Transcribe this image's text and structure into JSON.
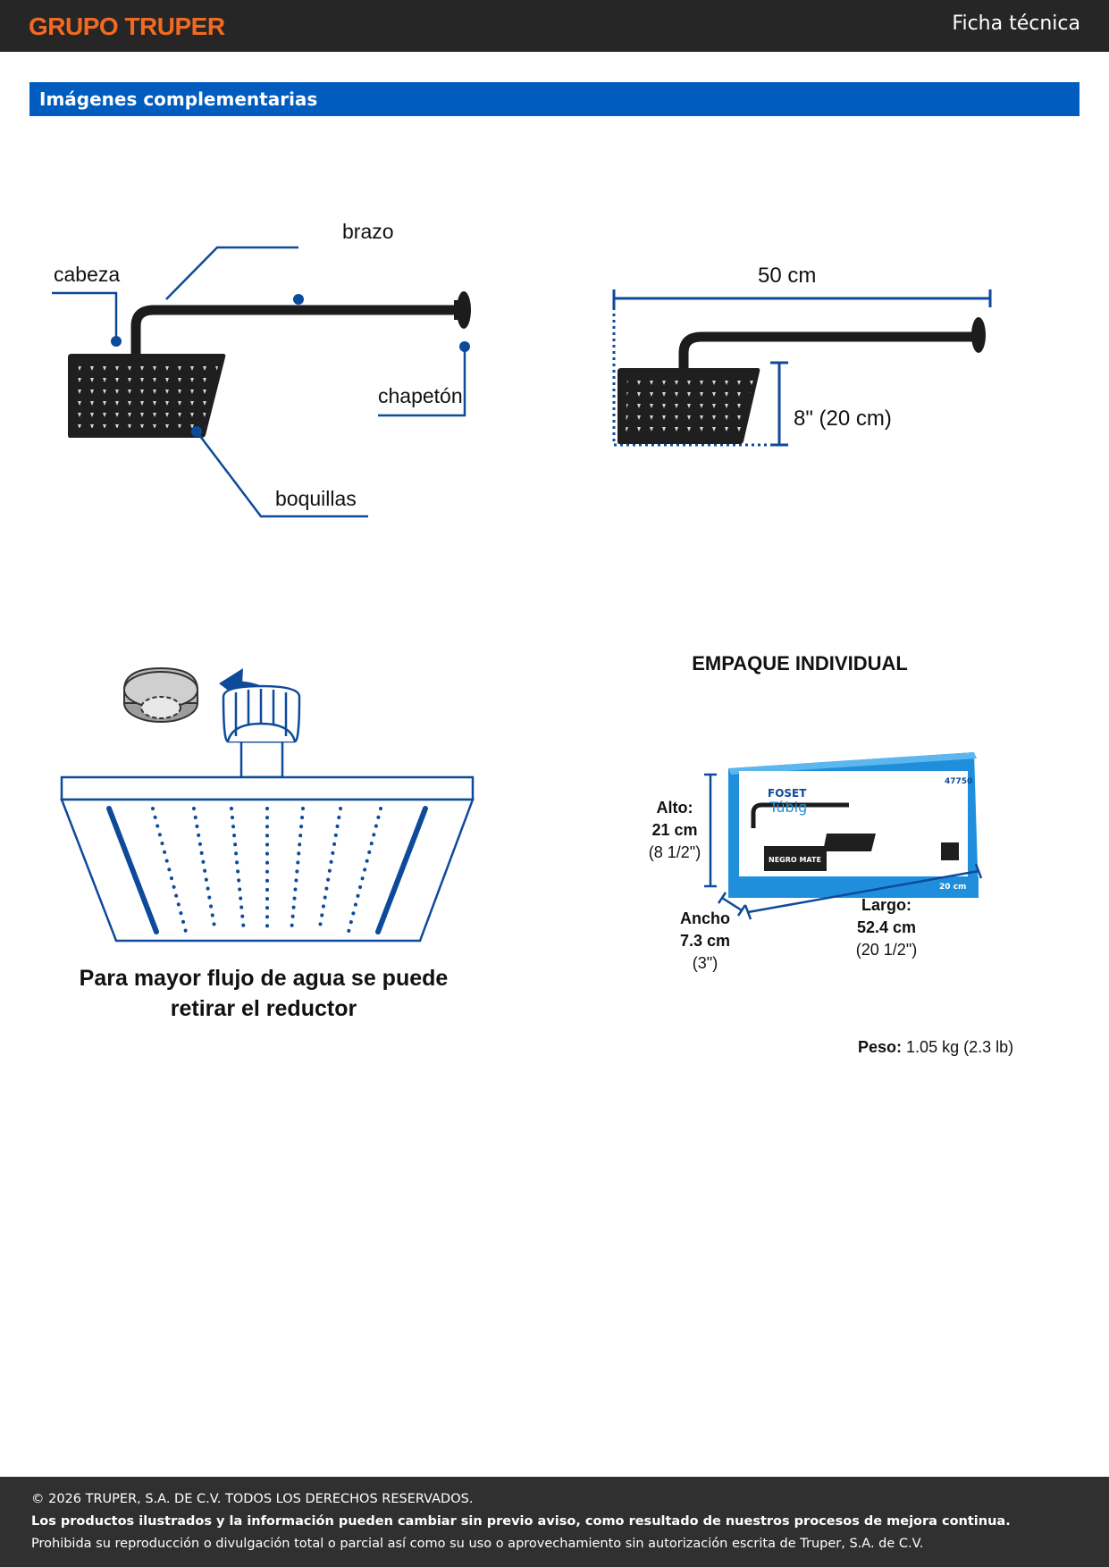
{
  "header": {
    "brand": "GRUPO TRUPER",
    "doc_title": "Ficha técnica"
  },
  "section": {
    "title": "Imágenes complementarias"
  },
  "parts_diagram": {
    "labels": {
      "head": "cabeza",
      "arm": "brazo",
      "flange": "chapetón",
      "nozzles": "boquillas"
    }
  },
  "dimension_diagram": {
    "length": "50 cm",
    "head_size": "8\" (20 cm)"
  },
  "reducer": {
    "caption_line1": "Para mayor flujo de agua se puede",
    "caption_line2": "retirar el reductor"
  },
  "package": {
    "title": "EMPAQUE INDIVIDUAL",
    "height": {
      "label": "Alto:",
      "metric": "21 cm",
      "imperial": "(8 1/2\")"
    },
    "width": {
      "label": "Ancho",
      "metric": "7.3 cm",
      "imperial": "(3\")"
    },
    "length": {
      "label": "Largo:",
      "metric": "52.4 cm",
      "imperial": "(20 1/2\")"
    },
    "weight_label": "Peso:",
    "weight_value": "1.05 kg (2.3 lb)",
    "box_print": {
      "brand": "FOSET",
      "line": "Túbig",
      "code": "47750",
      "size": "20 cm",
      "finish": "NEGRO MATE"
    }
  },
  "footer": {
    "copyright": "© 2026 TRUPER, S.A. DE C.V. TODOS LOS DERECHOS RESERVADOS.",
    "notice": "Los productos ilustrados y la información pueden cambiar sin previo aviso, como resultado de nuestros procesos de mejora continua.",
    "legal": "Prohibida su reproducción o divulgación total o parcial así como su uso o aprovechamiento sin autorización escrita de Truper, S.A. de C.V."
  },
  "colors": {
    "accent": "#005cbf",
    "brand": "#f26a21",
    "dark": "#262626"
  }
}
